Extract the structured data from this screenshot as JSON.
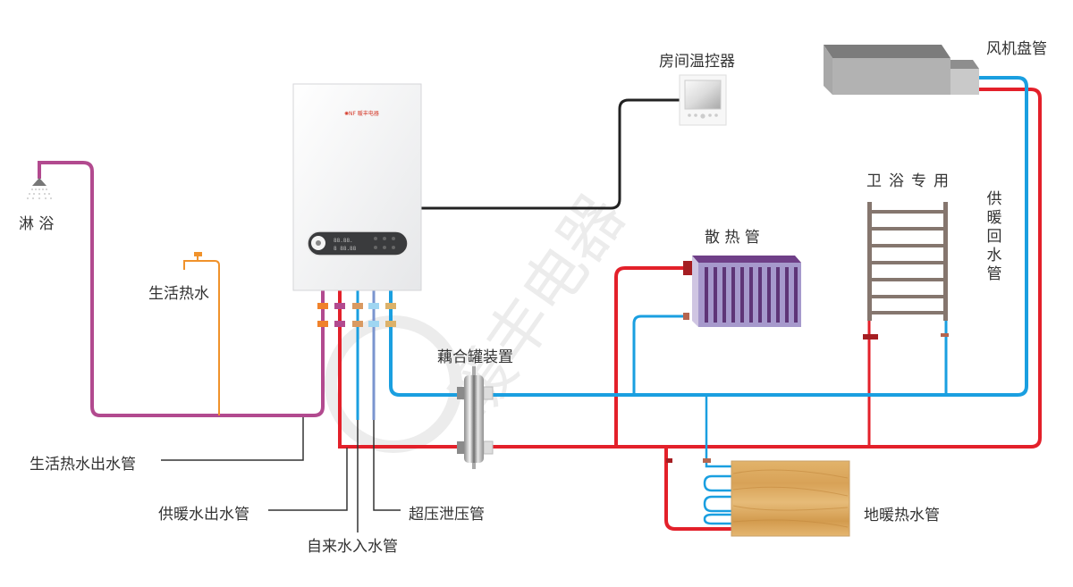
{
  "diagram": {
    "title": "Electric boiler heating system connection diagram",
    "boiler": {
      "brand_logo": "NF 暖丰电器",
      "display": "88.88"
    },
    "labels": {
      "shower": "淋 浴",
      "domestic_hot_water": "生活热水",
      "room_thermostat": "房间温控器",
      "fan_coil": "风机盘管",
      "radiator": "散 热 管",
      "bathroom_towel_rack": "卫浴专用",
      "heating_return_pipe": "供暖回水管",
      "coupling_tank": "藕合罐装置",
      "floor_heating_pipe": "地暖热水管",
      "dhw_outlet_pipe": "生活热水出水管",
      "heating_outlet_pipe": "供暖水出水管",
      "tap_water_inlet_pipe": "自来水入水管",
      "pressure_relief_pipe": "超压泄压管"
    },
    "watermark": "暖丰电器",
    "colors": {
      "hot_supply": "#e3202a",
      "cold_return": "#1a9fe0",
      "domestic_hot": "#b24a8f",
      "dhw_branch": "#f0922b",
      "relief": "#7b95cf",
      "signal_wire": "#222222",
      "radiator": "#a08fc9",
      "towel_rack": "#85766e"
    }
  }
}
